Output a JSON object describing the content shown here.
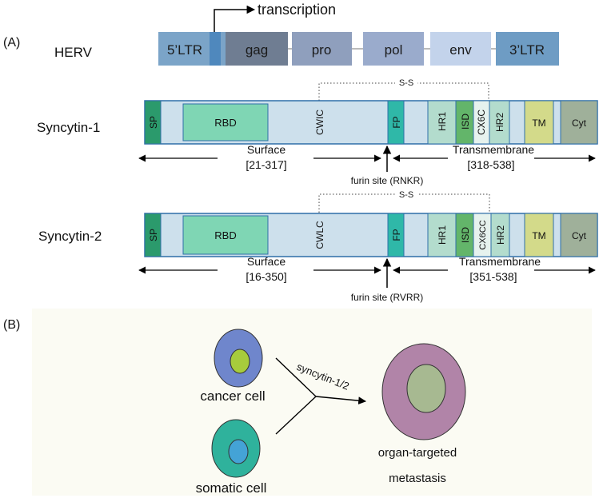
{
  "panel_a": {
    "label": "(A)",
    "herv": {
      "name": "HERV",
      "transcription_label": "transcription",
      "blocks": [
        {
          "text": "5’LTR",
          "color": "#7ba4c8"
        },
        {
          "text": "gag",
          "color": "#6f7d92"
        },
        {
          "text": "pro",
          "color": "#8f9fbd"
        },
        {
          "text": "pol",
          "color": "#9aabcc"
        },
        {
          "text": "env",
          "color": "#c3d3eb"
        },
        {
          "text": "3’LTR",
          "color": "#6e9cc4"
        }
      ]
    },
    "syncytin1": {
      "name": "Syncytin-1",
      "domains": {
        "sp": "SP",
        "rbd": "RBD",
        "motif": "CWIC",
        "fp": "FP",
        "hr1": "HR1",
        "isd": "ISD",
        "cx": "CX6C",
        "hr2": "HR2",
        "tm": "TM",
        "cyt": "Cyt"
      },
      "ss_label": "S-S",
      "surface_label": "Surface",
      "surface_range": "[21-317]",
      "transmembrane_label": "Transmembrane",
      "transmembrane_range": "[318-538]",
      "furin_label": "furin site (RNKR)"
    },
    "syncytin2": {
      "name": "Syncytin-2",
      "domains": {
        "sp": "SP",
        "rbd": "RBD",
        "motif": "CWLC",
        "fp": "FP",
        "hr1": "HR1",
        "isd": "ISD",
        "cx": "CX6CC",
        "hr2": "HR2",
        "tm": "TM",
        "cyt": "Cyt"
      },
      "ss_label": "S-S",
      "surface_label": "Surface",
      "surface_range": "[16-350]",
      "transmembrane_label": "Transmembrane",
      "transmembrane_range": "[351-538]",
      "furin_label": "furin site (RVRR)"
    },
    "colors": {
      "protein_bar": "#cde0ec",
      "sp": "#2b9a6c",
      "rbd": "#7fd6b4",
      "fp": "#2fb8a8",
      "hr1": "#b3dccd",
      "isd": "#63b56a",
      "cx": "#e6f2ee",
      "hr2": "#b3dccd",
      "tm": "#d3da8a",
      "cyt": "#9fb09a",
      "outline": "#2f6fa8"
    }
  },
  "panel_b": {
    "label": "(B)",
    "cancer_cell": "cancer cell",
    "somatic_cell": "somatic cell",
    "arrow_label": "syncytin-1/2",
    "result_line1": "organ-targeted",
    "result_line2": "metastasis",
    "colors": {
      "panel_bg": "#fbfbf3",
      "cancer_outer": "#6f86cc",
      "cancer_nucleus": "#a7cc3c",
      "somatic_outer": "#2fb29c",
      "somatic_nucleus": "#44a3d6",
      "hybrid_outer": "#b184a8",
      "hybrid_nucleus": "#a7b991"
    }
  }
}
